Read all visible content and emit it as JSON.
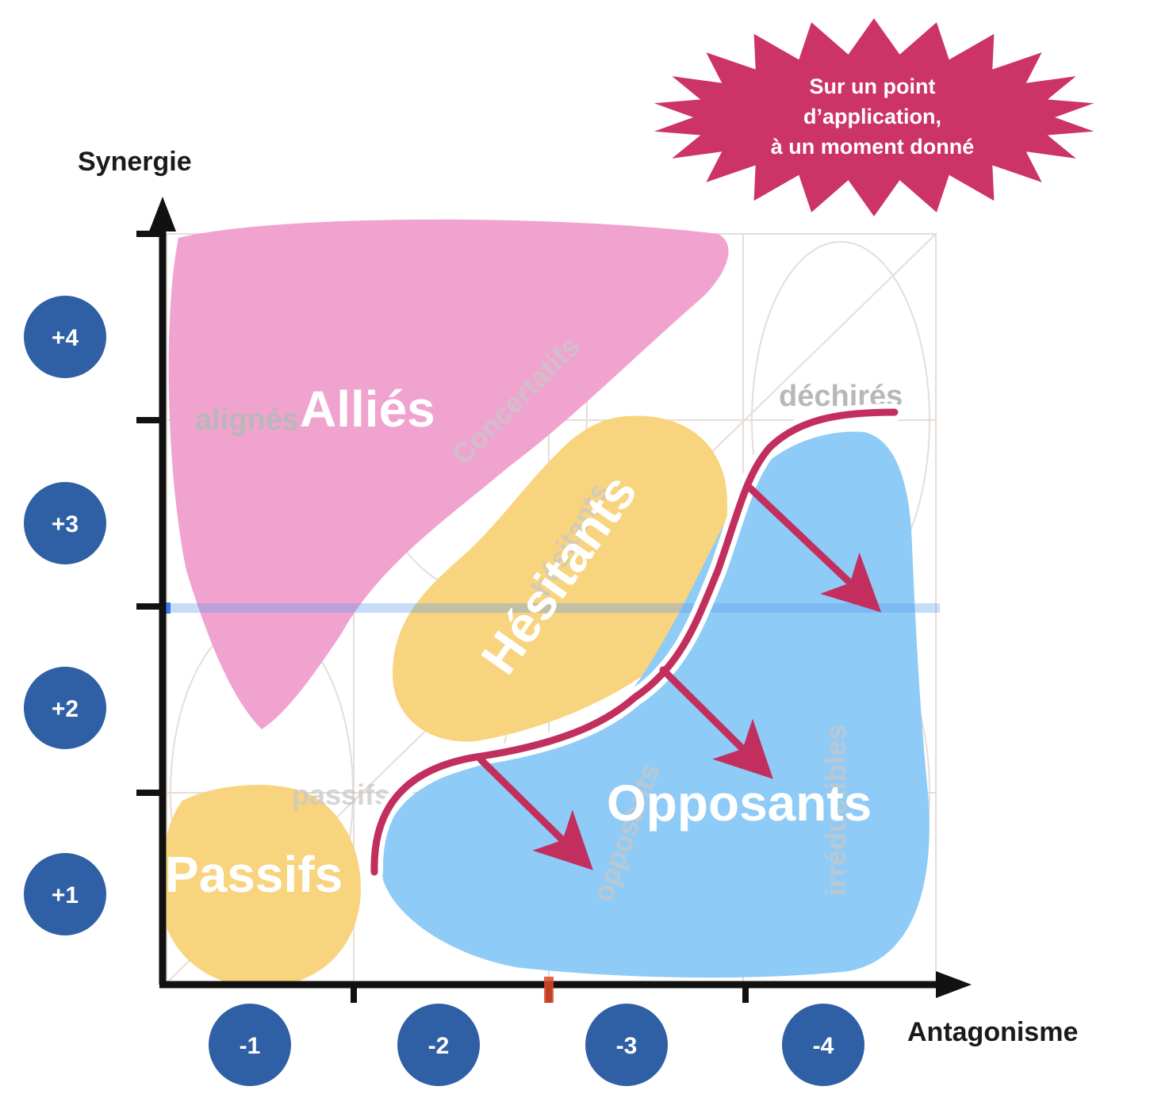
{
  "axes": {
    "y_title": "Synergie",
    "x_title": "Antagonisme"
  },
  "y_badges": [
    "+4",
    "+3",
    "+2",
    "+1"
  ],
  "x_badges": [
    "-1",
    "-2",
    "-3",
    "-4"
  ],
  "zones": {
    "allies": "Alliés",
    "hesitants": "Hésitants",
    "opposants": "Opposants",
    "passifs": "Passifs"
  },
  "faint_labels": {
    "alignes": "alignés",
    "concertatifs": "Concertatifs",
    "dechires": "déchirés",
    "hesitants": "hésitants",
    "opposants": "opposants",
    "irreductibles": "irréductibles",
    "passifs": "passifs"
  },
  "callout": {
    "line1": "Sur un point",
    "line2": "d’application,",
    "line3": "à un moment donné"
  },
  "colors": {
    "allies": "#f0a3cf",
    "hesitants": "#f8d47e",
    "passifs": "#f8d47e",
    "opposants": "#8ecbf6",
    "badge": "#2f5fa4",
    "callout": "#cc3366",
    "arrow": "#c22f5e"
  }
}
